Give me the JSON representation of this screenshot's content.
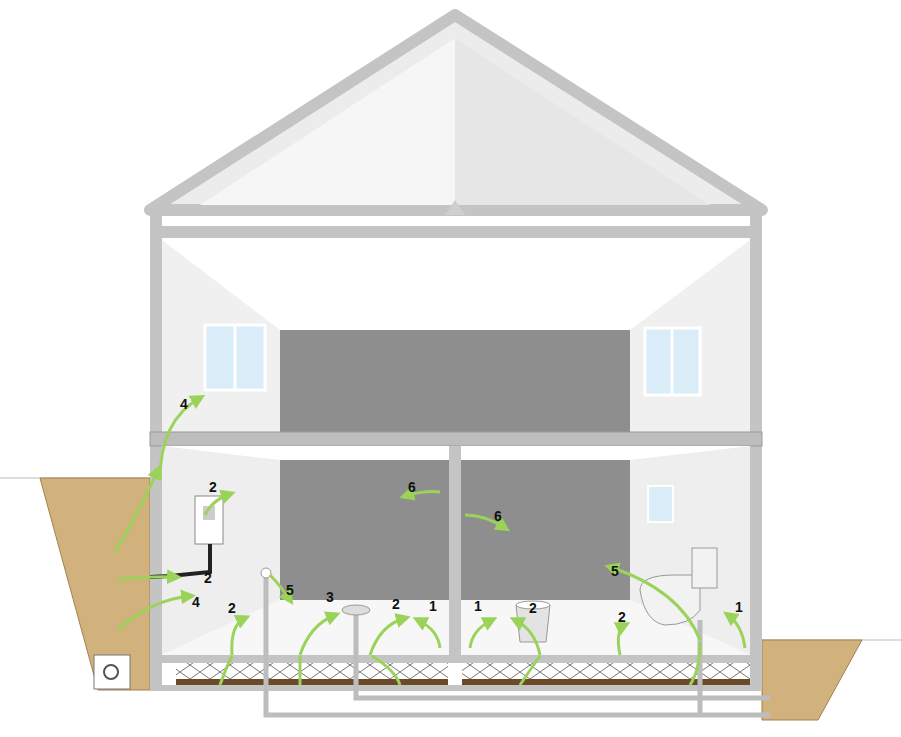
{
  "diagram": {
    "labels": [
      "4",
      "2",
      "6",
      "6",
      "2",
      "5",
      "4",
      "2",
      "5",
      "3",
      "2",
      "1",
      "1",
      "2",
      "2",
      "1"
    ]
  }
}
